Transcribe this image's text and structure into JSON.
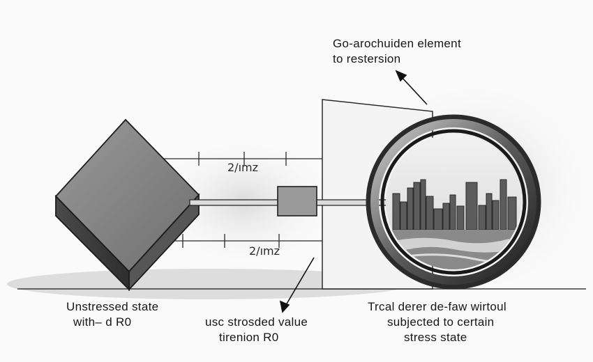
{
  "annotation": {
    "line1": "Go-arochuiden element",
    "line2": "to restersion"
  },
  "dimension_labels": {
    "upper": "2/ımz",
    "lower": "2/ımz"
  },
  "caption_left": {
    "line1": "Unstressed state",
    "line2": "with– d R0"
  },
  "caption_center": {
    "line1": "usc strosded value",
    "line2": "tirenion R0"
  },
  "caption_right": {
    "line1": "Trcal derer de-faw wirtoul",
    "line2": "subjected to certain",
    "line3": "stress state"
  }
}
